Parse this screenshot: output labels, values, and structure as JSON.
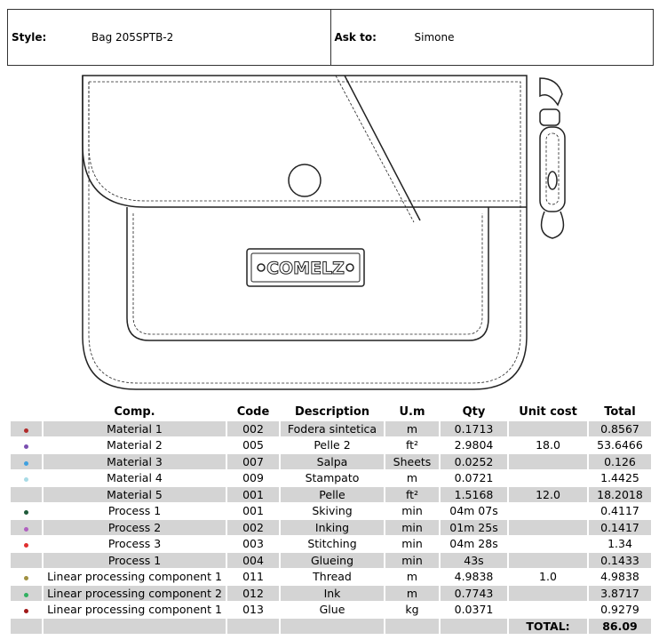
{
  "header": {
    "style_label": "Style:",
    "style_value": "Bag 205SPTB-2",
    "ask_label": "Ask to:",
    "ask_value": "Simone"
  },
  "drawing": {
    "logo_text": "COMELZ"
  },
  "table": {
    "columns": [
      "Comp.",
      "Code",
      "Description",
      "U.m",
      "Qty",
      "Unit cost",
      "Total"
    ],
    "rows": [
      {
        "color": "#b02a2a",
        "comp": "Material 1",
        "code": "002",
        "desc": "Fodera sintetica",
        "um": "m",
        "qty": "0.1713",
        "unit": "",
        "total": "0.8567"
      },
      {
        "color": "#7a4fb0",
        "comp": "Material 2",
        "code": "005",
        "desc": "Pelle 2",
        "um": "ft²",
        "qty": "2.9804",
        "unit": "18.0",
        "total": "53.6466"
      },
      {
        "color": "#3fa0e0",
        "comp": "Material 3",
        "code": "007",
        "desc": "Salpa",
        "um": "Sheets",
        "qty": "0.0252",
        "unit": "",
        "total": "0.126"
      },
      {
        "color": "#a8dbe6",
        "comp": "Material 4",
        "code": "009",
        "desc": "Stampato",
        "um": "m",
        "qty": "0.0721",
        "unit": "",
        "total": "1.4425"
      },
      {
        "color": "",
        "comp": "Material 5",
        "code": "001",
        "desc": "Pelle",
        "um": "ft²",
        "qty": "1.5168",
        "unit": "12.0",
        "total": "18.2018"
      },
      {
        "color": "#1f5a3a",
        "comp": "Process 1",
        "code": "001",
        "desc": "Skiving",
        "um": "min",
        "qty": "04m 07s",
        "unit": "",
        "total": "0.4117"
      },
      {
        "color": "#b060c0",
        "comp": "Process 2",
        "code": "002",
        "desc": "Inking",
        "um": "min",
        "qty": "01m 25s",
        "unit": "",
        "total": "0.1417"
      },
      {
        "color": "#e03030",
        "comp": "Process 3",
        "code": "003",
        "desc": "Stitching",
        "um": "min",
        "qty": "04m 28s",
        "unit": "",
        "total": "1.34"
      },
      {
        "color": "",
        "comp": "Process 1",
        "code": "004",
        "desc": "Glueing",
        "um": "min",
        "qty": "43s",
        "unit": "",
        "total": "0.1433"
      },
      {
        "color": "#a09040",
        "comp": "Linear processing component 1",
        "code": "011",
        "desc": "Thread",
        "um": "m",
        "qty": "4.9838",
        "unit": "1.0",
        "total": "4.9838"
      },
      {
        "color": "#30b060",
        "comp": "Linear processing component 2",
        "code": "012",
        "desc": "Ink",
        "um": "m",
        "qty": "0.7743",
        "unit": "",
        "total": "3.8717"
      },
      {
        "color": "#a01818",
        "comp": "Linear processing component 1",
        "code": "013",
        "desc": "Glue",
        "um": "kg",
        "qty": "0.0371",
        "unit": "",
        "total": "0.9279"
      }
    ],
    "total_label": "TOTAL:",
    "total_value": "86.09"
  }
}
